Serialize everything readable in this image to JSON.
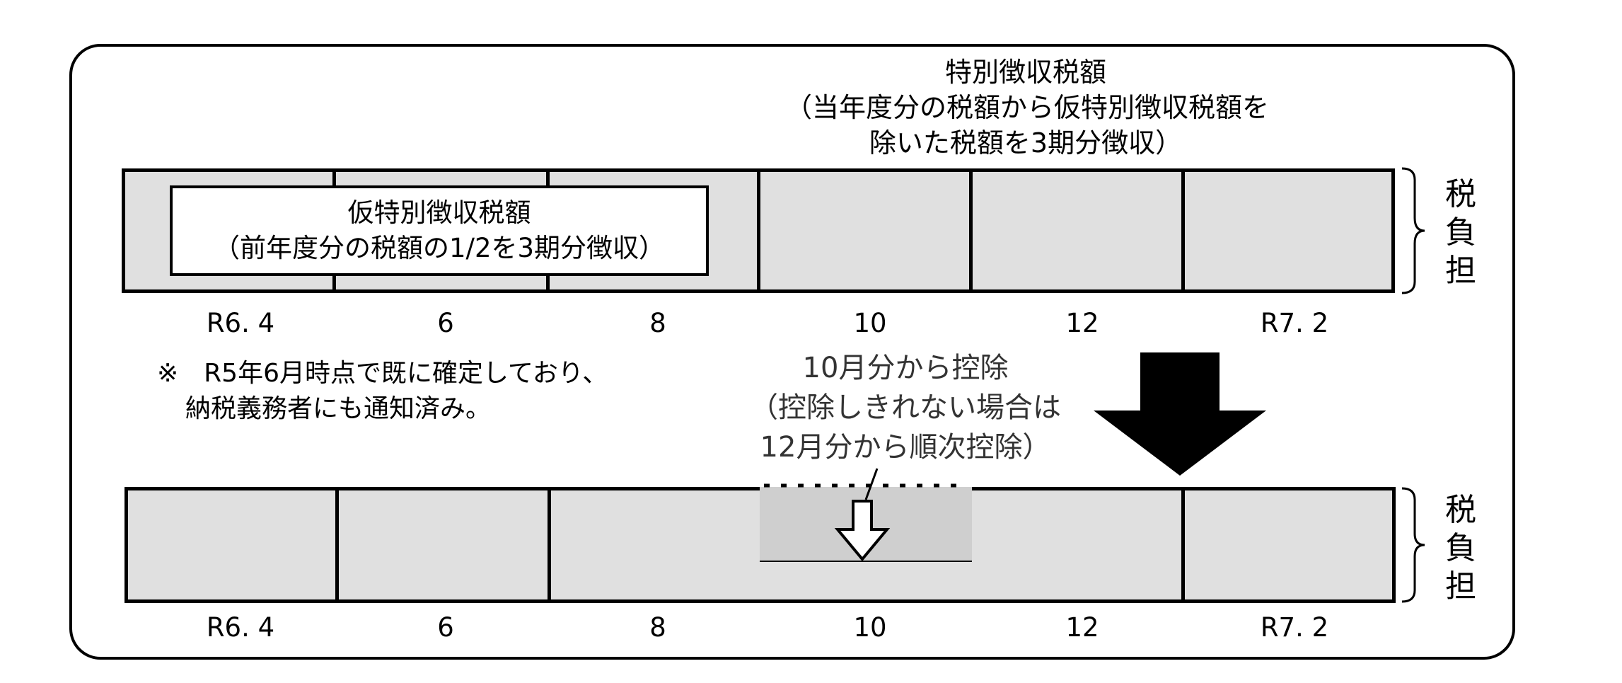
{
  "special_collection": {
    "title": "特別徴収税額",
    "note_line1": "（当年度分の税額から仮特別徴収税額を",
    "note_line2": "除いた税額を3期分徴収）"
  },
  "provisional": {
    "title": "仮特別徴収税額",
    "note": "（前年度分の税額の1/2を3期分徴収）"
  },
  "months": [
    "R6. 4",
    "6",
    "8",
    "10",
    "12",
    "R7. 2"
  ],
  "remark": {
    "line1": "※　R5年6月時点で既に確定しており、",
    "line2": "納税義務者にも通知済み。"
  },
  "deduction": {
    "line1": "10月分から控除",
    "line2": "（控除しきれない場合は",
    "line3": "12月分から順次控除）"
  },
  "tax_burden": {
    "c1": "税",
    "c2": "負",
    "c3": "担"
  },
  "colors": {
    "cell_fill": "#e0e0e0",
    "deducted_fill": "#cfcfcf",
    "line": "#000000"
  }
}
